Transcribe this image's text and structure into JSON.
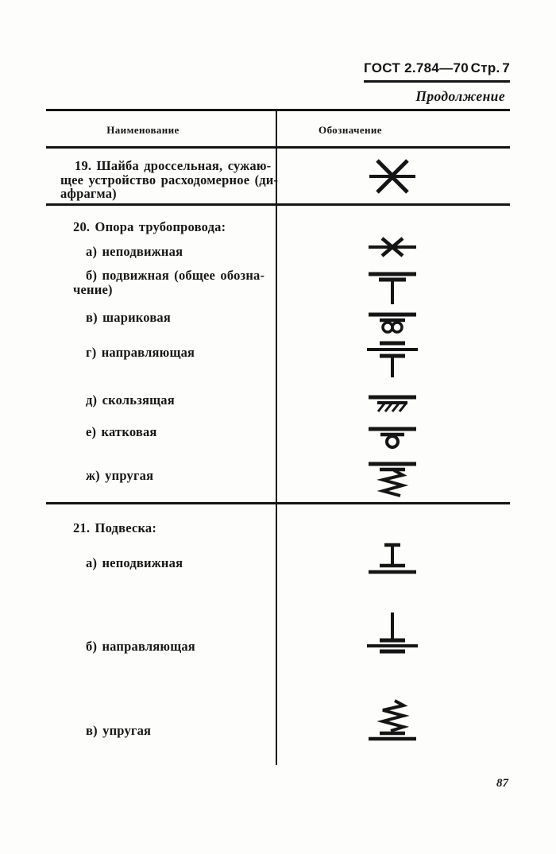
{
  "header": {
    "gost": "ГОСТ 2.784—70",
    "page_label": "Стр.",
    "page_num": "7",
    "continuation": "Продолжение"
  },
  "table": {
    "columns": {
      "name": "Наименование",
      "designation": "Обозначение"
    },
    "row19": {
      "text": "19. Шайба дроссельная, сужаю-\nщее устройство расходомерное (ди-\nафрагма)",
      "symbol": "orifice-plate"
    },
    "row20": {
      "title": "20. Опора трубопровода:",
      "items": [
        {
          "label": "а) неподвижная",
          "symbol": "fixed-support"
        },
        {
          "label": "б) подвижная (общее обозна-\nчение)",
          "symbol": "movable-support"
        },
        {
          "label": "в) шариковая",
          "symbol": "ball-support"
        },
        {
          "label": "г) направляющая",
          "symbol": "guide-support"
        },
        {
          "label": "д) скользящая",
          "symbol": "sliding-support"
        },
        {
          "label": "е) катковая",
          "symbol": "roller-support"
        },
        {
          "label": "ж) упругая",
          "symbol": "elastic-support"
        }
      ]
    },
    "row21": {
      "title": "21. Подвеска:",
      "items": [
        {
          "label": "а) неподвижная",
          "symbol": "fixed-hanger"
        },
        {
          "label": "б) направляющая",
          "symbol": "guide-hanger"
        },
        {
          "label": "в) упругая",
          "symbol": "elastic-hanger"
        }
      ]
    }
  },
  "footer": {
    "page_number": "87"
  },
  "colors": {
    "ink": "#151515",
    "paper": "#fdfdfb"
  }
}
